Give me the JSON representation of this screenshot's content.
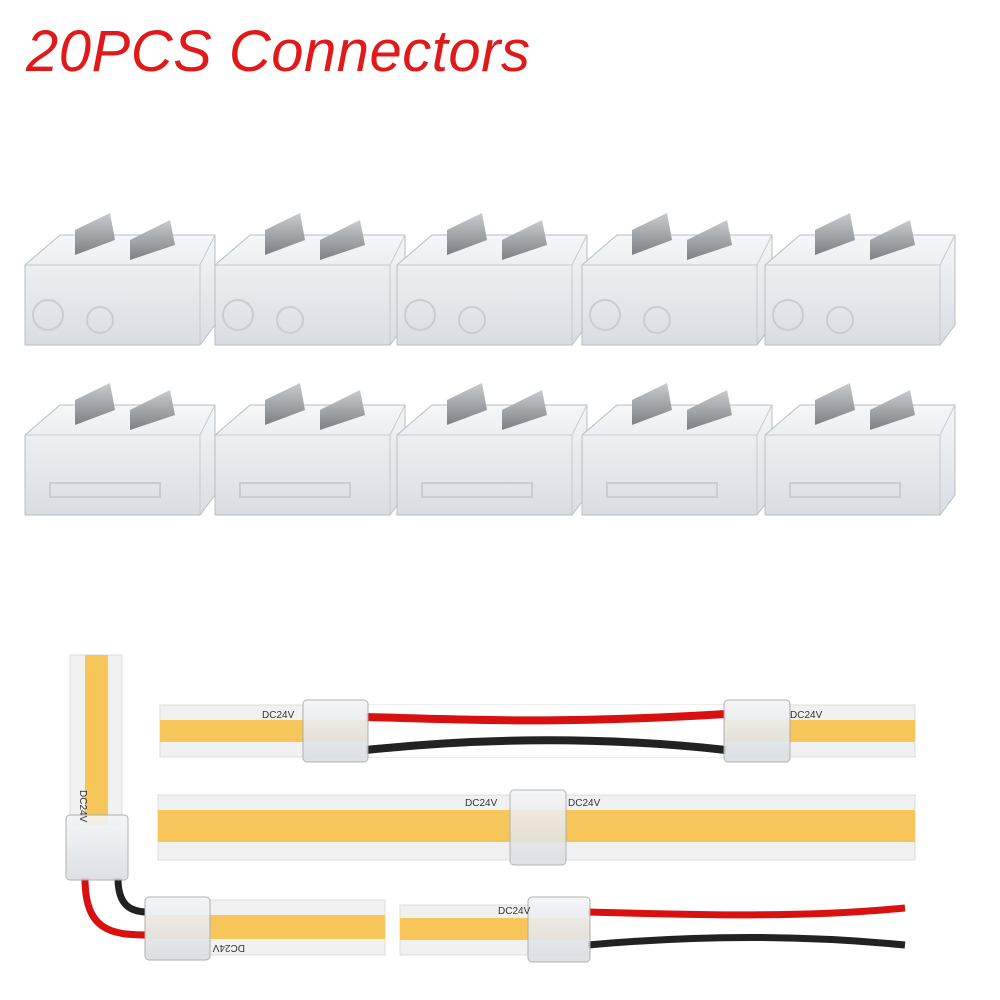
{
  "title": "20PCS Connectors",
  "strip_label": "DC24V",
  "colors": {
    "title": "#e01a1a",
    "led": "#f6c65a",
    "red_wire": "#d81010",
    "black_wire": "#222222"
  },
  "connector_rows": [
    {
      "style": "tall-front",
      "count": 5
    },
    {
      "style": "low-front",
      "count": 5
    }
  ]
}
